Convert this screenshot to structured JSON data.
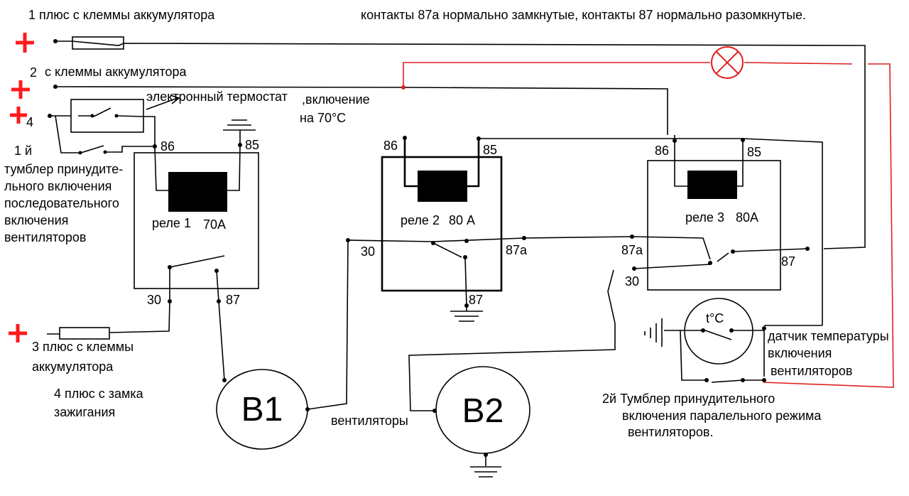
{
  "labels": {
    "source1": "1 плюс с клеммы аккумулятора",
    "note": "контакты 87а нормально замкнутые, контакты 87 нормально разомкнутые.",
    "source2_num": "2",
    "source2": "с клеммы аккумулятора",
    "source4_num": "4",
    "thermostat": "электронный термостат",
    "enable_1": ",включение",
    "enable_2": "на 70°C",
    "switch1_num": "1 й",
    "switch1_l1": "тумблер принудите-",
    "switch1_l2": "льного включения",
    "switch1_l3": "последовательного",
    "switch1_l4": "включения",
    "switch1_l5": "вентиляторов",
    "source3_l1": "3 плюс с клеммы",
    "source3_l2": "аккумулятора",
    "source_ign_l1": "4 плюс с замка",
    "source_ign_l2": "зажигания",
    "fans": "вентиляторы",
    "sensor_symbol": "t°C",
    "sensor_l1": "датчик температуры",
    "sensor_l2": "включения",
    "sensor_l3": "вентиляторов",
    "switch2_l1": "2й  Тумблер принудительного",
    "switch2_l2": "включения паралельного режима",
    "switch2_l3": "вентиляторов."
  },
  "relays": {
    "r1": {
      "name": "реле 1",
      "rating": "70А",
      "p86": "86",
      "p85": "85",
      "p30": "30",
      "p87": "87"
    },
    "r2": {
      "name": "реле 2",
      "rating": "80 А",
      "p86": "86",
      "p85": "85",
      "p30": "30",
      "p87a": "87а",
      "p87": "87"
    },
    "r3": {
      "name": "реле 3",
      "rating": "80А",
      "p86": "86",
      "p85": "85",
      "p30": "30",
      "p87a": "87а",
      "p87": "87"
    }
  },
  "fans": {
    "b1": "B1",
    "b2": "B2"
  },
  "colors": {
    "wire": "#000000",
    "lamp_wire": "#e02020",
    "plus": "#ff1a1a",
    "coil": "#000000"
  }
}
